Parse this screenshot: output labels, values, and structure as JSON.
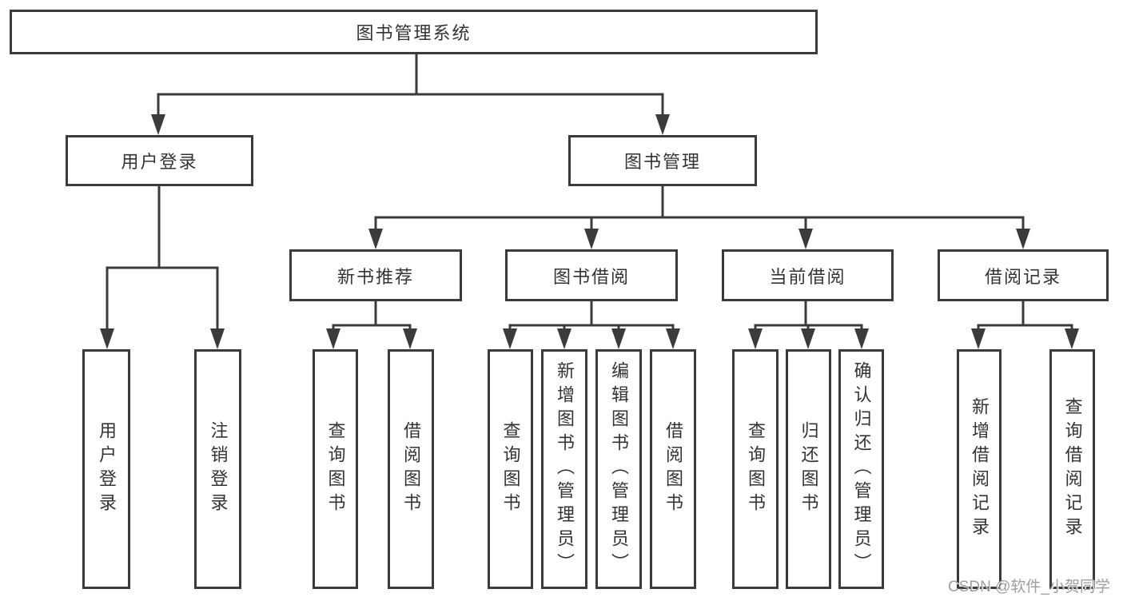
{
  "diagram": {
    "root": {
      "label": "图书管理系统"
    },
    "level2": [
      {
        "id": "user-login",
        "label": "用户登录"
      },
      {
        "id": "book-management",
        "label": "图书管理"
      }
    ],
    "level3": [
      {
        "id": "new-book-recommend",
        "label": "新书推荐"
      },
      {
        "id": "book-borrowing",
        "label": "图书借阅"
      },
      {
        "id": "current-borrowing",
        "label": "当前借阅"
      },
      {
        "id": "borrowing-records",
        "label": "借阅记录"
      }
    ],
    "leaves": {
      "user_login": [
        {
          "label": "用户登录"
        },
        {
          "label": "注销登录"
        }
      ],
      "new_book_recommend": [
        {
          "label": "查询图书"
        },
        {
          "label": "借阅图书"
        }
      ],
      "book_borrowing": [
        {
          "label": "查询图书"
        },
        {
          "label": "新增图书（管理员）"
        },
        {
          "label": "编辑图书（管理员）"
        },
        {
          "label": "借阅图书"
        }
      ],
      "current_borrowing": [
        {
          "label": "查询图书"
        },
        {
          "label": "归还图书"
        },
        {
          "label": "确认归还（管理员）"
        }
      ],
      "borrowing_records": [
        {
          "label": "新增借阅记录"
        },
        {
          "label": "查询借阅记录"
        }
      ]
    }
  },
  "watermark": {
    "text": "CSDN @软件_小贺同学"
  },
  "colors": {
    "line": "#3b3b3b",
    "box_border": "#3b3b3b",
    "text": "#333333",
    "background": "#ffffff",
    "watermark": "#9e9e9e"
  }
}
